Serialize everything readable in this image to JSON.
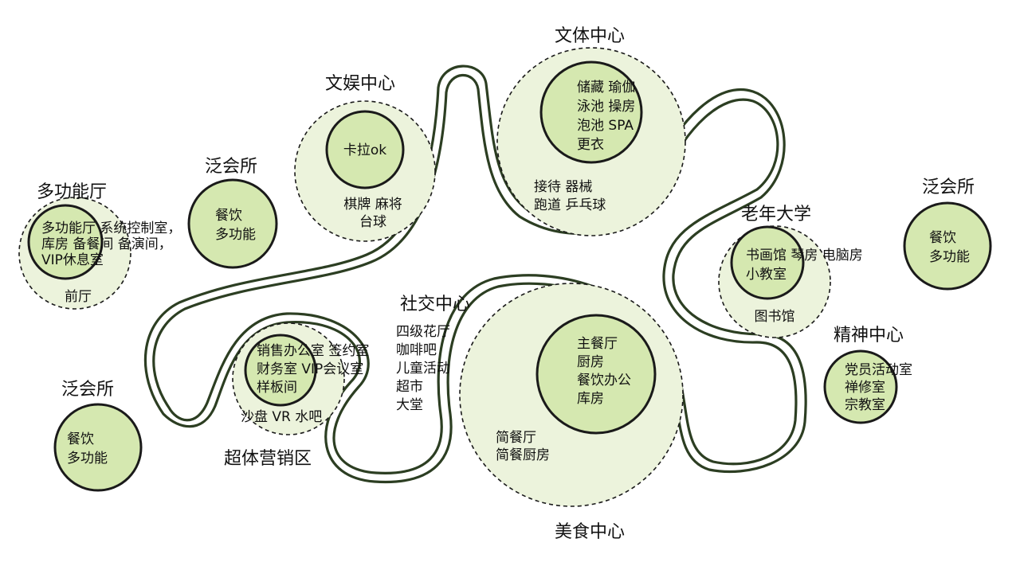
{
  "colors": {
    "zone_fill": "#ecf3dc",
    "core_fill": "#d5e8b0",
    "ink": "#1a1a1a",
    "path_stroke": "#2c3e22"
  },
  "zones": [
    {
      "id": "multi-hall",
      "title": "多功能厅",
      "core_lines": [
        "多功能厅 系统控制室，",
        "库房 备餐间  备演间，",
        "VIP休息室"
      ],
      "ring_lines": [
        "前厅"
      ]
    },
    {
      "id": "club-1",
      "title": "泛会所",
      "core_lines": [
        "餐饮",
        "多功能"
      ],
      "ring_lines": []
    },
    {
      "id": "entertainment",
      "title": "文娱中心",
      "core_lines": [
        "卡拉ok"
      ],
      "ring_lines": [
        "棋牌 麻将",
        "台球"
      ]
    },
    {
      "id": "sports",
      "title": "文体中心",
      "core_lines": [
        "储藏 瑜伽",
        "泳池 操房",
        "泡池 SPA",
        "更衣"
      ],
      "ring_lines": [
        "接待 器械",
        "跑道 乒乓球"
      ]
    },
    {
      "id": "senior-univ",
      "title": "老年大学",
      "core_lines": [
        "书画馆 琴房 电脑房",
        "小教室"
      ],
      "ring_lines": [
        "图书馆"
      ]
    },
    {
      "id": "club-2",
      "title": "泛会所",
      "core_lines": [
        "餐饮",
        "多功能"
      ],
      "ring_lines": []
    },
    {
      "id": "social",
      "title": "社交中心",
      "core_lines": [],
      "ring_lines": [
        "四级花厅",
        "咖啡吧",
        "儿童活动",
        "超市",
        "大堂"
      ]
    },
    {
      "id": "sales",
      "title": "超体营销区",
      "core_lines": [
        "销售办公室 签约室",
        "财务室 VIP会议室",
        "样板间"
      ],
      "ring_lines": [
        "沙盘 VR 水吧"
      ]
    },
    {
      "id": "club-3",
      "title": "泛会所",
      "core_lines": [
        "餐饮",
        "多功能"
      ],
      "ring_lines": []
    },
    {
      "id": "food",
      "title": "美食中心",
      "core_lines": [
        "主餐厅",
        "厨房",
        "餐饮办公",
        "库房"
      ],
      "ring_lines": [
        "简餐厅",
        "简餐厨房"
      ]
    },
    {
      "id": "spirit",
      "title": "精神中心",
      "core_lines": [
        "党员活动室",
        "禅修室",
        "宗教室"
      ],
      "ring_lines": []
    }
  ]
}
